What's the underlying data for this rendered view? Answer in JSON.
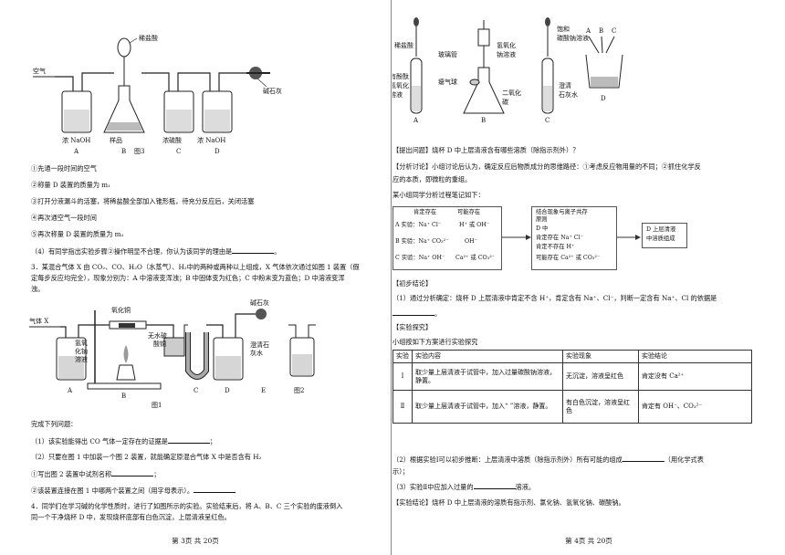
{
  "left": {
    "fig3": {
      "air": "空气",
      "acid": "稀盐酸",
      "soda_lime": "碱石灰",
      "sample": "样品",
      "bottle_labels": [
        "浓 NaOH",
        "浓硫酸",
        "浓 NaOH"
      ],
      "letters": [
        "A",
        "B",
        "C",
        "D"
      ],
      "caption": "图3"
    },
    "steps": [
      "①先通一段时间的空气",
      "②称量 D 装置的质量为 m₁",
      "③打开分液漏斗的活塞，将稀盐酸全部加入锥形瓶，待充分反应后，关闭活塞",
      "④再次通空气一段时间",
      "⑤再次称量 D 装置的质量为 m₂"
    ],
    "q4": "（4）有同学指出实验步骤②操作明显不合理，你认为该同学的理由是",
    "q3_line1": "3．某混合气体 X 由 CO₂、CO、H₂O（水蒸气）、H₂中的两种或两种以上组成，X 气体依次通过如图 1 装置（假",
    "q3_line2": "定每步反应均完全），现象分别为：A 中溶液变浑浊；B 中固体变为红色；C 中粉末变为蓝色；D 中溶液变浑",
    "q3_line3": "浊。",
    "fig1": {
      "gas": "气体 X",
      "cuo": "氧化铜",
      "soda_lime": "碱石灰",
      "naoh": "氢氧",
      "naoh2": "化钠",
      "naoh3": "溶液",
      "cuso4": "无水硫",
      "cuso4_2": "酸铜",
      "limewater": "澄清石",
      "limewater2": "灰水",
      "letters": [
        "A",
        "B",
        "C",
        "D",
        "E"
      ],
      "fig2": "图2",
      "caption": "图1"
    },
    "complete": "完成下列问题：",
    "sub1": "（1）该实验能得出 CO 气体一定存在的证据是",
    "sub2": "（2）只要在图 1 中加装一个图 2 装置，就能确定原混合气体 X 中是否含有 H₂",
    "sub2a": "①写出图 2 装置中试剂名称",
    "sub2b": "②该装置连接在图 1 中哪两个装置之间（用字母表示）。",
    "q4_line1": "4．同学们在学习碱的化学性质时，进行了如图所示的实验。实验结束后，将 A、B、C 三个实验的废液倒入",
    "q4_line2": "同一个干净烧杯 D 中，发现烧杯底部有白色沉淀，上层清液呈红色。",
    "page": "第 3页  共 20页"
  },
  "right": {
    "fig": {
      "hcl": "稀盐酸",
      "naoh_flask": "氢氧化",
      "naoh_flask2": "钠溶液",
      "glass_tube": "玻璃管",
      "balloon": "瘪气球",
      "co2": "二氧化",
      "co2b": "碳",
      "na2co3": "饱和",
      "na2co3b": "碳酸钠溶液",
      "limewater": "澄清",
      "limewater2": "石灰水",
      "phenol1": "滴有酚酞",
      "phenol2": "的氢氧化",
      "phenol3": "钠溶液",
      "letters": [
        "A",
        "B",
        "C",
        "A",
        "B",
        "C",
        "D"
      ]
    },
    "problem": "【提出问题】烧杯 D 中上层清液含有哪些溶质（除指示剂外）？",
    "analysis": "【分析讨论】小组讨论后认为，确定反应后物质成分的思维路径：①考虑反应物用量的不同；②抓住化学反",
    "analysis2": "应的本质，即微粒的重组。",
    "note": "某小组同学分析过程笔记如下：",
    "flow": {
      "col1": "肯定存在",
      "col2": "可能存在",
      "a_exp": "A 实验：Na⁺  Cl⁻",
      "a_may": "H⁺ 或 OH⁻",
      "b_exp": "B 实验：Na⁺  CO₃²⁻",
      "b_may": "OH⁻",
      "c_exp": "C 实验：Na⁺  OH⁻",
      "c_may": "Ca²⁺ 或 CO₃²⁻",
      "mid1": "结合现象与离子共存",
      "mid2": "原则",
      "mid3": "D 中",
      "mid4": "肯定存在 Na⁺  Cl⁻",
      "mid5": "肯定不存在 H⁺",
      "mid6": "可能存在 Ca²⁺ 或 CO₃²⁻",
      "result1": "D 上层清液",
      "result2": "中溶质组成"
    },
    "prelim": "【初步结论】",
    "prelim1": "（1）通过分析确定：烧杯 D 上层清液中肯定不含 H⁺，肯定含有 Na⁺、Cl⁻，判断一定含有 Na⁺、Cl 的依据是",
    "explore": "【实验探究】",
    "explore2": "小组按如下方案进行实验探究",
    "table": {
      "headers": [
        "实验",
        "实验内容",
        "实验现象",
        "实验结论"
      ],
      "rows": [
        [
          "Ⅰ",
          "取少量上层清液于试管中，加入过量碳酸钠溶液，静置。",
          "无沉淀，溶液呈红色",
          "肯定没有 Ca²⁺"
        ],
        [
          "Ⅱ",
          "取少量上层清液于试管中，加入“ ”溶液，静置。",
          "有白色沉淀，溶液呈红色",
          "肯定有 OH⁻、CO₃²⁻"
        ]
      ]
    },
    "q2": "（2）根据实验Ⅰ可以初步推断：上层清液中溶质（除指示剂外）所有可能的组成",
    "q2b": "（用化学式表",
    "q2c": "示）；",
    "q3": "（3）实验Ⅱ中应加入过量的",
    "q3b": "溶液。",
    "conclusion": "【实验结论】烧杯 D 中上层清液的溶质有指示剂、氯化钠、氢氧化钠、碳酸钠。",
    "page": "第 4页  共 20页"
  }
}
